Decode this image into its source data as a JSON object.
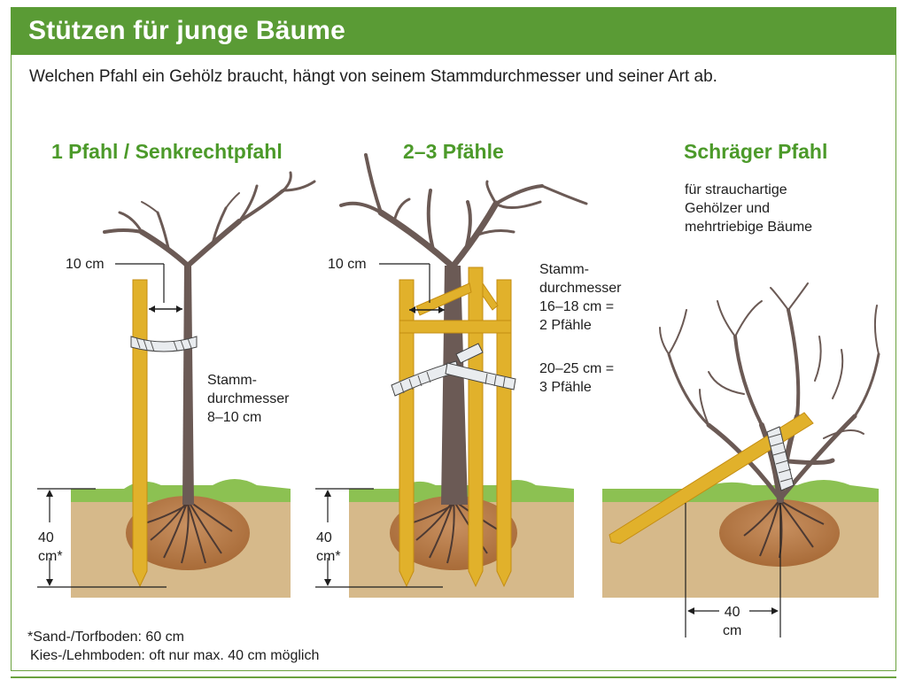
{
  "header": {
    "title": "Stützen für junge Bäume"
  },
  "subtitle": "Welchen Pfahl ein Gehölz braucht, hängt von seinem Stammdurchmesser und seiner Art ab.",
  "panels": [
    {
      "title": "1 Pfahl / Senkrechtpfahl",
      "distance_label": "10 cm",
      "trunk_label": [
        "Stamm-",
        "durchmesser",
        "8–10 cm"
      ],
      "depth_label": [
        "40",
        "cm*"
      ]
    },
    {
      "title": "2–3 Pfähle",
      "distance_label": "10 cm",
      "trunk_label": [
        "Stamm-",
        "durchmesser",
        "16–18 cm =",
        "2 Pfähle"
      ],
      "trunk_label_2": [
        "20–25 cm =",
        "3 Pfähle"
      ],
      "depth_label": [
        "40",
        "cm*"
      ]
    },
    {
      "title": "Schräger Pfahl",
      "note": [
        "für strauchartige",
        "Gehölzer und",
        "mehrtriebige Bäume"
      ],
      "distance_label": [
        "40",
        "cm"
      ]
    }
  ],
  "footnote": [
    "*Sand-/Torfboden: 60 cm",
    "Kies-/Lehmboden: oft nur max. 40 cm möglich"
  ],
  "colors": {
    "header_green": "#5a9b35",
    "title_green": "#4c9a2a",
    "grass": "#8cc152",
    "soil": "#d6b98a",
    "root_ball": "#b57a45",
    "stake": "#e1b12b",
    "trunk": "#6b5a55"
  }
}
